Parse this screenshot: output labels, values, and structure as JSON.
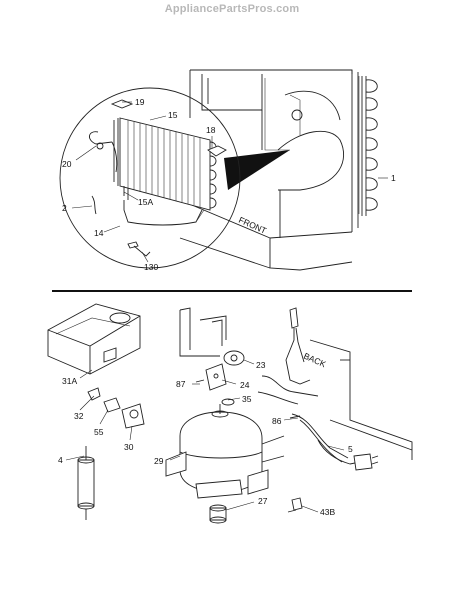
{
  "site": {
    "watermark": "AppliancePartsPros.com"
  },
  "labels_top": {
    "p19": "19",
    "p15": "15",
    "p18": "18",
    "p20": "20",
    "p15a": "15A",
    "p2": "2",
    "p14": "14",
    "p130": "130",
    "p1": "1",
    "front": "FRONT"
  },
  "labels_bottom": {
    "p31a": "31A",
    "p32": "32",
    "p55": "55",
    "p30": "30",
    "p4": "4",
    "p29": "29",
    "p35": "35",
    "p27": "27",
    "p87": "87",
    "p24": "24",
    "p23": "23",
    "back": "BACK",
    "p86": "86",
    "p5": "5",
    "p43b": "43B"
  },
  "colors": {
    "line": "#222222",
    "watermark": "#b8b8b8",
    "callout_fill": "#111111"
  }
}
